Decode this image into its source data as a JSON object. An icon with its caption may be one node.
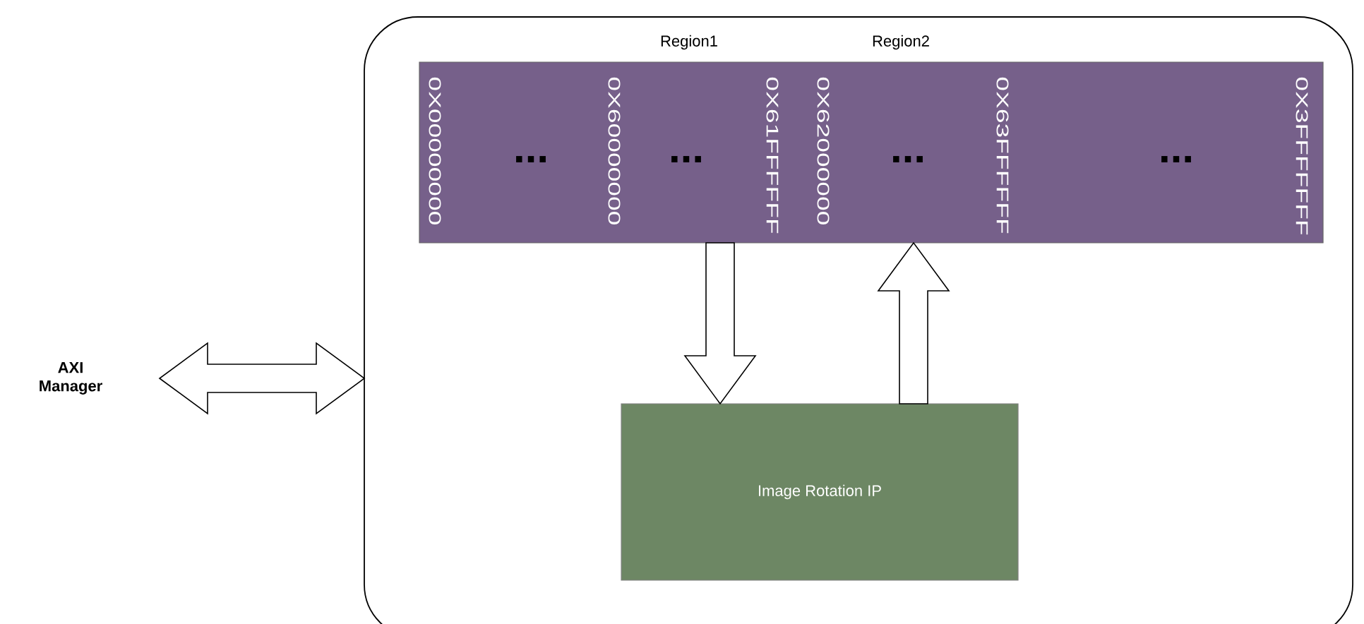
{
  "diagram": {
    "nodes": [
      {
        "text": [],
        "shape": "box"
      },
      {
        "text": [
          "0X00000000",
          "...",
          "0X60000000",
          "...",
          "0X61FFFFFF",
          "0X62000000",
          "...",
          "0X63FFFFFF",
          "...",
          "0X3FFFFFFF"
        ],
        "in": 0,
        "beside": [
          "Region1",
          "Region2"
        ]
      },
      {
        "text": [
          "Image Rotation IP"
        ],
        "in": 0
      },
      {
        "text": [
          "AXI Manager"
        ]
      }
    ],
    "edges": [
      {
        "from": 1,
        "to": 2,
        "arrow": "to"
      },
      {
        "from": 2,
        "to": 1,
        "arrow": "to"
      },
      {
        "from": 3,
        "to": 0,
        "arrow": "both"
      }
    ]
  }
}
